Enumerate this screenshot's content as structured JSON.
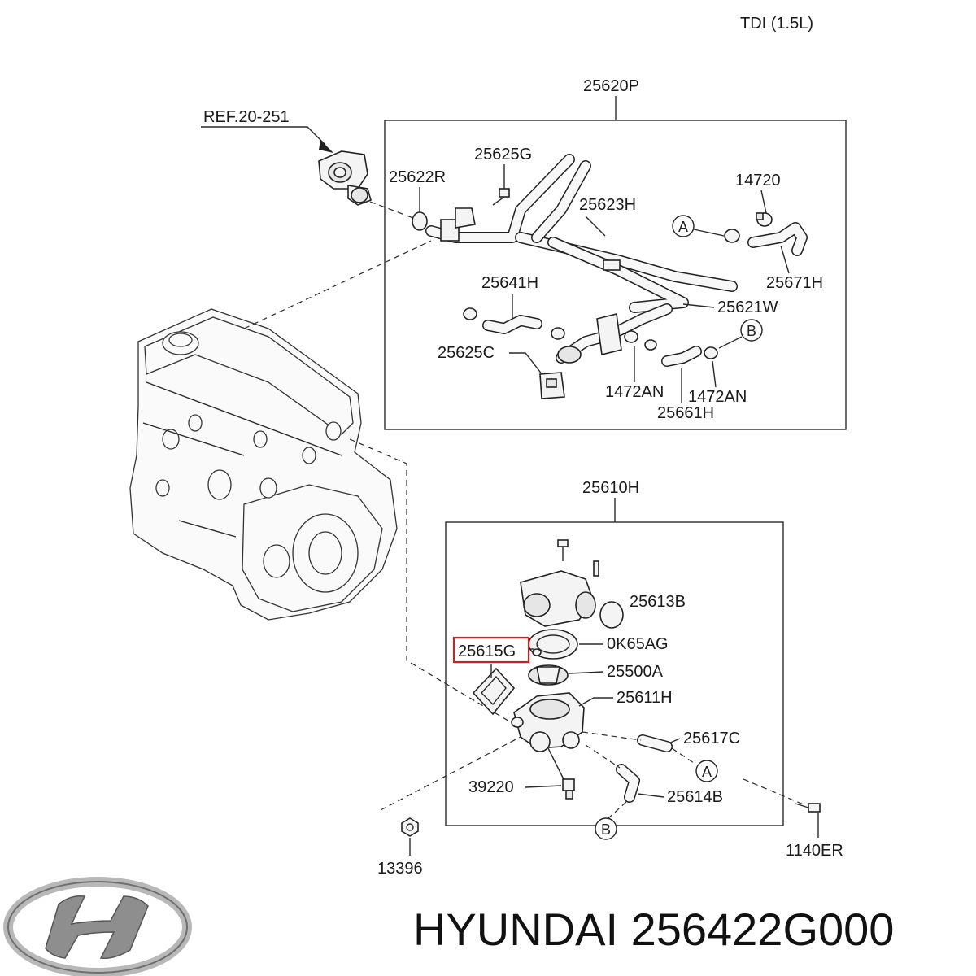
{
  "header": {
    "variant": "TDI (1.5L)"
  },
  "upper_group": {
    "group_label": "25620P",
    "ref_label": "REF.20-251",
    "parts": {
      "p25625G": "25625G",
      "p25622R": "25622R",
      "p14720": "14720",
      "p25623H": "25623H",
      "p25671H": "25671H",
      "p25641H": "25641H",
      "p25621W": "25621W",
      "p25625C": "25625C",
      "p1472AN_a": "1472AN",
      "p1472AN_b": "1472AN",
      "p25661H": "25661H"
    },
    "markers": {
      "a": "A",
      "b": "B"
    }
  },
  "lower_group": {
    "group_label": "25610H",
    "parts": {
      "p25613B": "25613B",
      "p0K65AG": "0K65AG",
      "p25615G": "25615G",
      "p25500A": "25500A",
      "p25611H": "25611H",
      "p25617C": "25617C",
      "p39220": "39220",
      "p25614B": "25614B"
    },
    "markers": {
      "a": "A",
      "b": "B"
    },
    "highlight_color": "#d31d1d"
  },
  "outside_parts": {
    "p13396": "13396",
    "p1140ER": "1140ER"
  },
  "footer": {
    "brand_text": "HYUNDAI 256422G000",
    "logo_icon": "hyundai-logo-icon"
  }
}
